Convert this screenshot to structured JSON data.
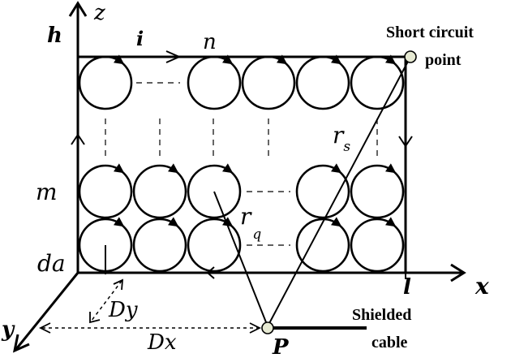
{
  "labels": {
    "z": "z",
    "h": "h",
    "i": "i",
    "n": "n",
    "m": "m",
    "da": "da",
    "x": "x",
    "y": "y",
    "l": "l",
    "Dy": "Dy",
    "Dx": "Dx",
    "P": "P",
    "rs_base": "r",
    "rs_sub": "s",
    "rq_base": "r",
    "rq_sub": "q"
  },
  "annotations": {
    "short_circuit_line1": "Short circuit",
    "short_circuit_line2": "point",
    "shielded_line1": "Shielded",
    "shielded_line2": "cable"
  },
  "colors": {
    "stroke": "#000000",
    "terminal_fill": "#e6e9d2"
  }
}
